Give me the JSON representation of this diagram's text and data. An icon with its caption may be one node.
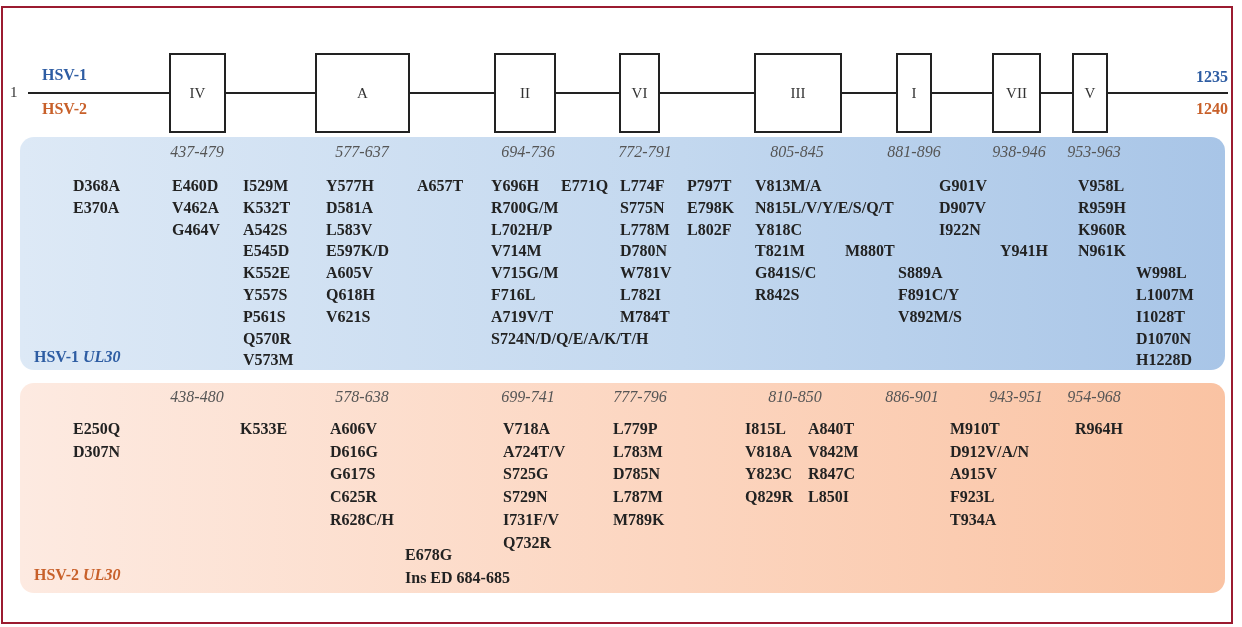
{
  "diagram": {
    "nodes": [
      {
        "text": [
          "1"
        ]
      },
      {
        "text": [
          "IV"
        ]
      },
      {
        "text": [
          "A"
        ]
      },
      {
        "text": [
          "II"
        ]
      },
      {
        "text": [
          "VI"
        ]
      },
      {
        "text": [
          "III"
        ]
      },
      {
        "text": [
          "I"
        ]
      },
      {
        "text": [
          "VII"
        ]
      },
      {
        "text": [
          "V"
        ]
      },
      {
        "text": [
          "437-479",
          "577-637",
          "694-736",
          "772-791",
          "805-845",
          "881-896",
          "938-946",
          "953-963",
          "D368A",
          "E370A",
          "E460D",
          "V462A",
          "G464V",
          "I529M",
          "K532T",
          "A542S",
          "E545D",
          "K552E",
          "Y557S",
          "P561S",
          "Q570R",
          "V573M",
          "Y577H",
          "D581A",
          "L583V",
          "E597K/D",
          "A605V",
          "Q618H",
          "V621S",
          "A657T",
          "Y696H",
          "R700G/M",
          "L702H/P",
          "V714M",
          "V715G/M",
          "F716L",
          "A719V/T",
          "S724N/D/Q/E/A/K/T/H",
          "E771Q",
          "L774F",
          "S775N",
          "L778M",
          "D780N",
          "W781V",
          "L782I",
          "M784T",
          "P797T",
          "E798K",
          "L802F",
          "V813M/A",
          "N815L/V/Y/E/S/Q/T",
          "Y818C",
          "T821M",
          "G841S/C",
          "R842S",
          "M880T",
          "S889A",
          "F891C/Y",
          "V892M/S",
          "G901V",
          "D907V",
          "I922N",
          "Y941H",
          "V958L",
          "R959H",
          "K960R",
          "N961K",
          "W998L",
          "L1007M",
          "I1028T",
          "D1070N",
          "H1228D",
          "HSV-1 *UL30*"
        ]
      },
      {
        "text": [
          "438-480",
          "578-638",
          "699-741",
          "777-796",
          "810-850",
          "886-901",
          "943-951",
          "954-968",
          "E250Q",
          "D307N",
          "K533E",
          "A606V",
          "D616G",
          "G617S",
          "C625R",
          "R628C/H",
          "E678G",
          "Ins ED 684-685",
          "V718A",
          "A724T/V",
          "S725G",
          "S729N",
          "I731F/V",
          "Q732R",
          "L779P",
          "L783M",
          "D785N",
          "L787M",
          "M789K",
          "I815L",
          "V818A",
          "Y823C",
          "Q829R",
          "A840T",
          "V842M",
          "R847C",
          "L850I",
          "M910T",
          "D912V/A/N",
          "A915V",
          "F923L",
          "T934A",
          "R964H",
          "HSV-2 *UL30*"
        ]
      }
    ],
    "edges": [
      {
        "from": 0,
        "to": 1,
        "arrow": "none"
      },
      {
        "from": 1,
        "to": 2,
        "arrow": "none"
      },
      {
        "from": 2,
        "to": 3,
        "arrow": "none"
      },
      {
        "from": 3,
        "to": 4,
        "arrow": "none"
      },
      {
        "from": 4,
        "to": 5,
        "arrow": "none"
      },
      {
        "from": 5,
        "to": 6,
        "arrow": "none"
      },
      {
        "from": 6,
        "to": 7,
        "arrow": "none"
      },
      {
        "from": 7,
        "to": 8,
        "arrow": "none"
      },
      {
        "from": 8,
        "to": null,
        "arrow": "none"
      }
    ],
    "labels": [
      "HSV-1",
      "HSV-2",
      "1235",
      "1240"
    ]
  }
}
